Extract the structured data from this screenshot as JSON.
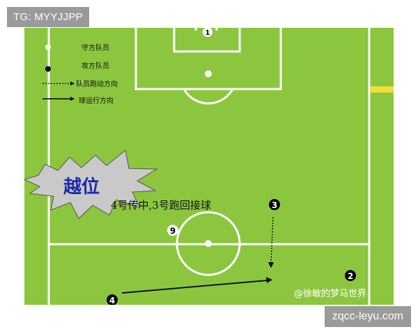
{
  "overlay_tag": "TG: MYYJJPP",
  "site_badge": "zqcc-leyu.com",
  "legend": {
    "defender": "守方队员",
    "attacker": "攻方队员",
    "player_run": "队员跑动方向",
    "ball_path": "球运行方向"
  },
  "burst_label": "越位",
  "caption": "4号传中,3号跑回接球",
  "players": {
    "p1": "1",
    "p2": "2",
    "p3": "3",
    "p4": "4",
    "p9": "9"
  },
  "watermark": "@徐敏的梦马世界",
  "colors": {
    "grass": "#8cc63f",
    "lines": "#ffffff",
    "burst_fill": "#c9c9c9",
    "burst_text": "#1a2aa8"
  }
}
